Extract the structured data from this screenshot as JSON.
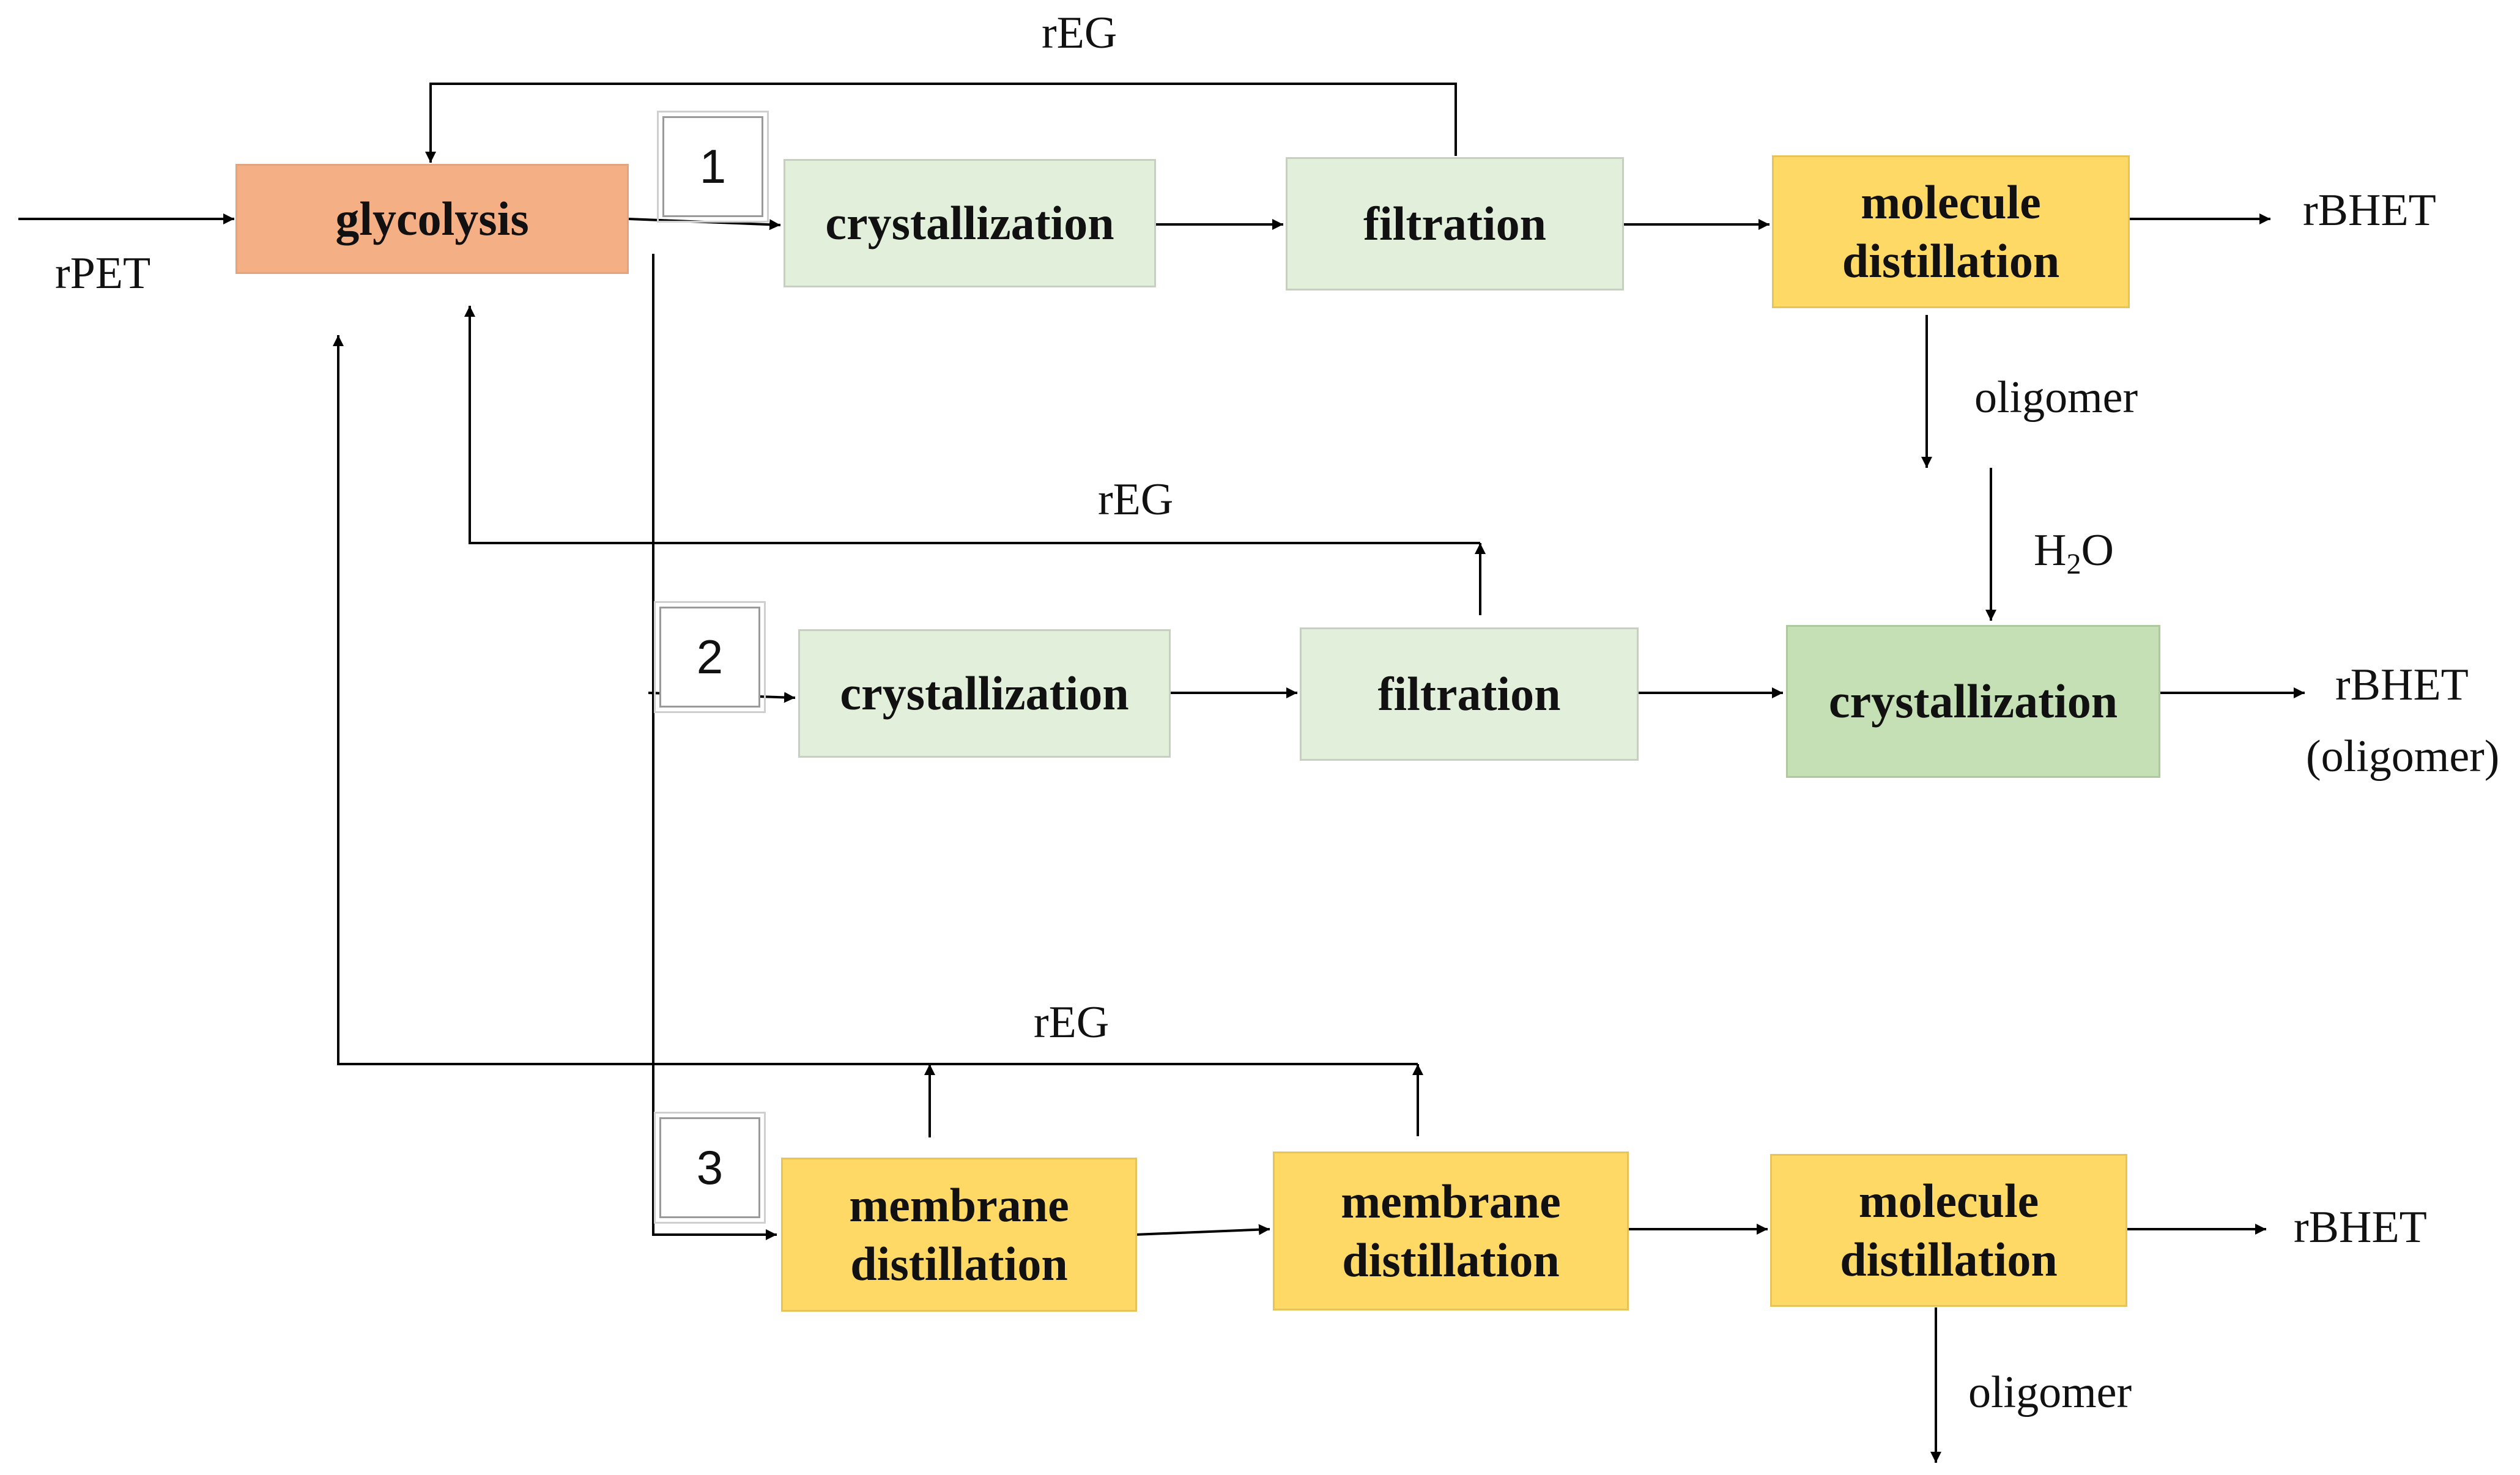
{
  "colors": {
    "glycolysis": "#F4AF84",
    "light_green": "#E2EFDA",
    "mid_green": "#C5E0B4",
    "yellow": "#FFD966",
    "line": "#000000"
  },
  "route_tags": [
    "1",
    "2",
    "3"
  ],
  "boxes": {
    "glycolysis": "glycolysis",
    "r1_crystallization": "crystallization",
    "r1_filtration": "filtration",
    "r1_molecule_distillation": "molecule\ndistillation",
    "r2_crystallization": "crystallization",
    "r2_filtration": "filtration",
    "r2_crystallization_final": "crystallization",
    "r3_membrane_distillation_1": "membrane\ndistillation",
    "r3_membrane_distillation_2": "membrane\ndistillation",
    "r3_molecule_distillation": "molecule\ndistillation"
  },
  "labels": {
    "feed": "rPET",
    "reg_top": "rEG",
    "reg_middle": "rEG",
    "reg_bottom": "rEG",
    "r1_product": "rBHET",
    "r1_oligomer": "oligomer",
    "water_main": "H",
    "water_sub": "2",
    "water_tail": "O",
    "r2_product": "rBHET",
    "r2_product_note": "(oligomer)",
    "r3_product": "rBHET",
    "r3_oligomer": "oligomer"
  }
}
